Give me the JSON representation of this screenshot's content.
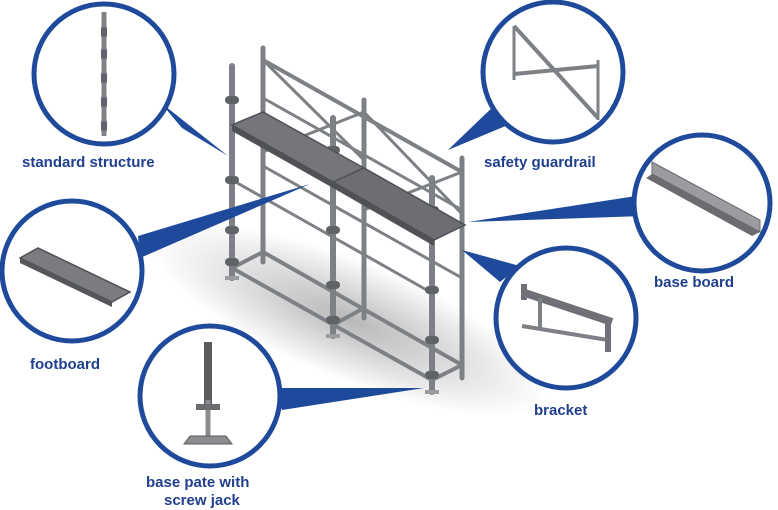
{
  "components": {
    "standard_structure": "standard structure",
    "safety_guardrail": "safety guardrail",
    "base_board": "base board",
    "footboard": "footboard",
    "bracket": "bracket",
    "base_plate_line1": "base pate with",
    "base_plate_line2": "screw jack"
  },
  "colors": {
    "accent": "#1f4a9c",
    "label": "#1f3f8f",
    "metal": "#8a8c90",
    "metal_dark": "#5a5c60",
    "deck": "#6f7176"
  }
}
